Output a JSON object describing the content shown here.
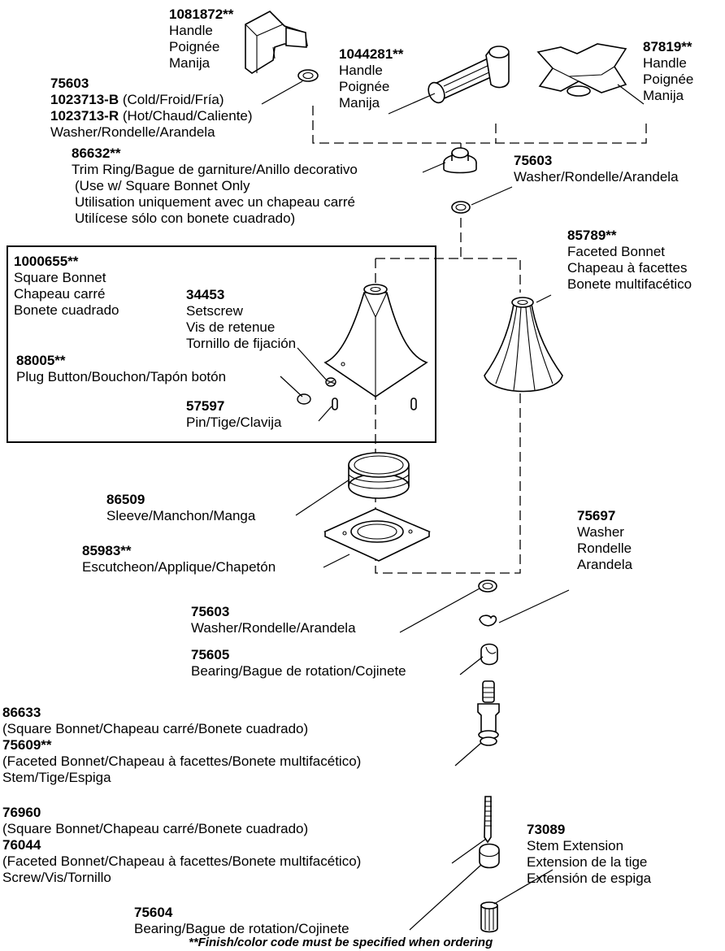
{
  "labels": {
    "handle_1081872": {
      "part": "1081872**",
      "lines": [
        "Handle",
        "Poignée",
        "Manija"
      ]
    },
    "handle_1044281": {
      "part": "1044281**",
      "lines": [
        "Handle",
        "Poignée",
        "Manija"
      ]
    },
    "handle_87819": {
      "part": "87819**",
      "lines": [
        "Handle",
        "Poignée",
        "Manija"
      ]
    },
    "washer_group_top": {
      "part_a": "75603",
      "part_b": "1023713-B",
      "suffix_b": " (Cold/Froid/Fría)",
      "part_c": "1023713-R",
      "suffix_c": " (Hot/Chaud/Caliente)",
      "desc": "Washer/Rondelle/Arandela"
    },
    "trim_ring": {
      "part": "86632**",
      "lines": [
        "Trim Ring/Bague de garniture/Anillo decorativo",
        "(Use w/ Square Bonnet Only",
        "Utilisation uniquement avec un chapeau carré",
        "Utilícese sólo con bonete cuadrado)"
      ]
    },
    "washer_75603_right": {
      "part": "75603",
      "lines": [
        "Washer/Rondelle/Arandela"
      ]
    },
    "faceted_bonnet": {
      "part": "85789**",
      "lines": [
        "Faceted Bonnet",
        "Chapeau à facettes",
        "Bonete multifacético"
      ]
    },
    "square_bonnet": {
      "part": "1000655**",
      "lines": [
        "Square Bonnet",
        "Chapeau carré",
        "Bonete cuadrado"
      ]
    },
    "setscrew": {
      "part": "34453",
      "lines": [
        "Setscrew",
        "Vis de retenue",
        "Tornillo de fijación"
      ]
    },
    "plug_button": {
      "part": "88005**",
      "lines": [
        "Plug Button/Bouchon/Tapón botón"
      ]
    },
    "pin": {
      "part": "57597",
      "lines": [
        "Pin/Tige/Clavija"
      ]
    },
    "sleeve": {
      "part": "86509",
      "lines": [
        "Sleeve/Manchon/Manga"
      ]
    },
    "escutcheon": {
      "part": "85983**",
      "lines": [
        "Escutcheon/Applique/Chapetón"
      ]
    },
    "washer_75697": {
      "part": "75697",
      "lines": [
        "Washer",
        "Rondelle",
        "Arandela"
      ]
    },
    "washer_75603_low": {
      "part": "75603",
      "lines": [
        "Washer/Rondelle/Arandela"
      ]
    },
    "bearing_75605": {
      "part": "75605",
      "lines": [
        "Bearing/Bague de rotation/Cojinete"
      ]
    },
    "stem": {
      "part_a": "86633",
      "desc_a": "(Square Bonnet/Chapeau carré/Bonete cuadrado)",
      "part_b": "75609**",
      "desc_b": "(Faceted Bonnet/Chapeau à facettes/Bonete multifacético)",
      "desc": "Stem/Tige/Espiga"
    },
    "screw": {
      "part_a": "76960",
      "desc_a": "(Square Bonnet/Chapeau carré/Bonete cuadrado)",
      "part_b": "76044",
      "desc_b": "(Faceted Bonnet/Chapeau à facettes/Bonete multifacético)",
      "desc": "Screw/Vis/Tornillo"
    },
    "stem_extension": {
      "part": "73089",
      "lines": [
        "Stem Extension",
        "Extension de la tige",
        "Extensión de espiga"
      ]
    },
    "bearing_75604": {
      "part": "75604",
      "lines": [
        "Bearing/Bague de rotation/Cojinete"
      ]
    }
  },
  "footnote": "**Finish/color code must be specified when ordering"
}
